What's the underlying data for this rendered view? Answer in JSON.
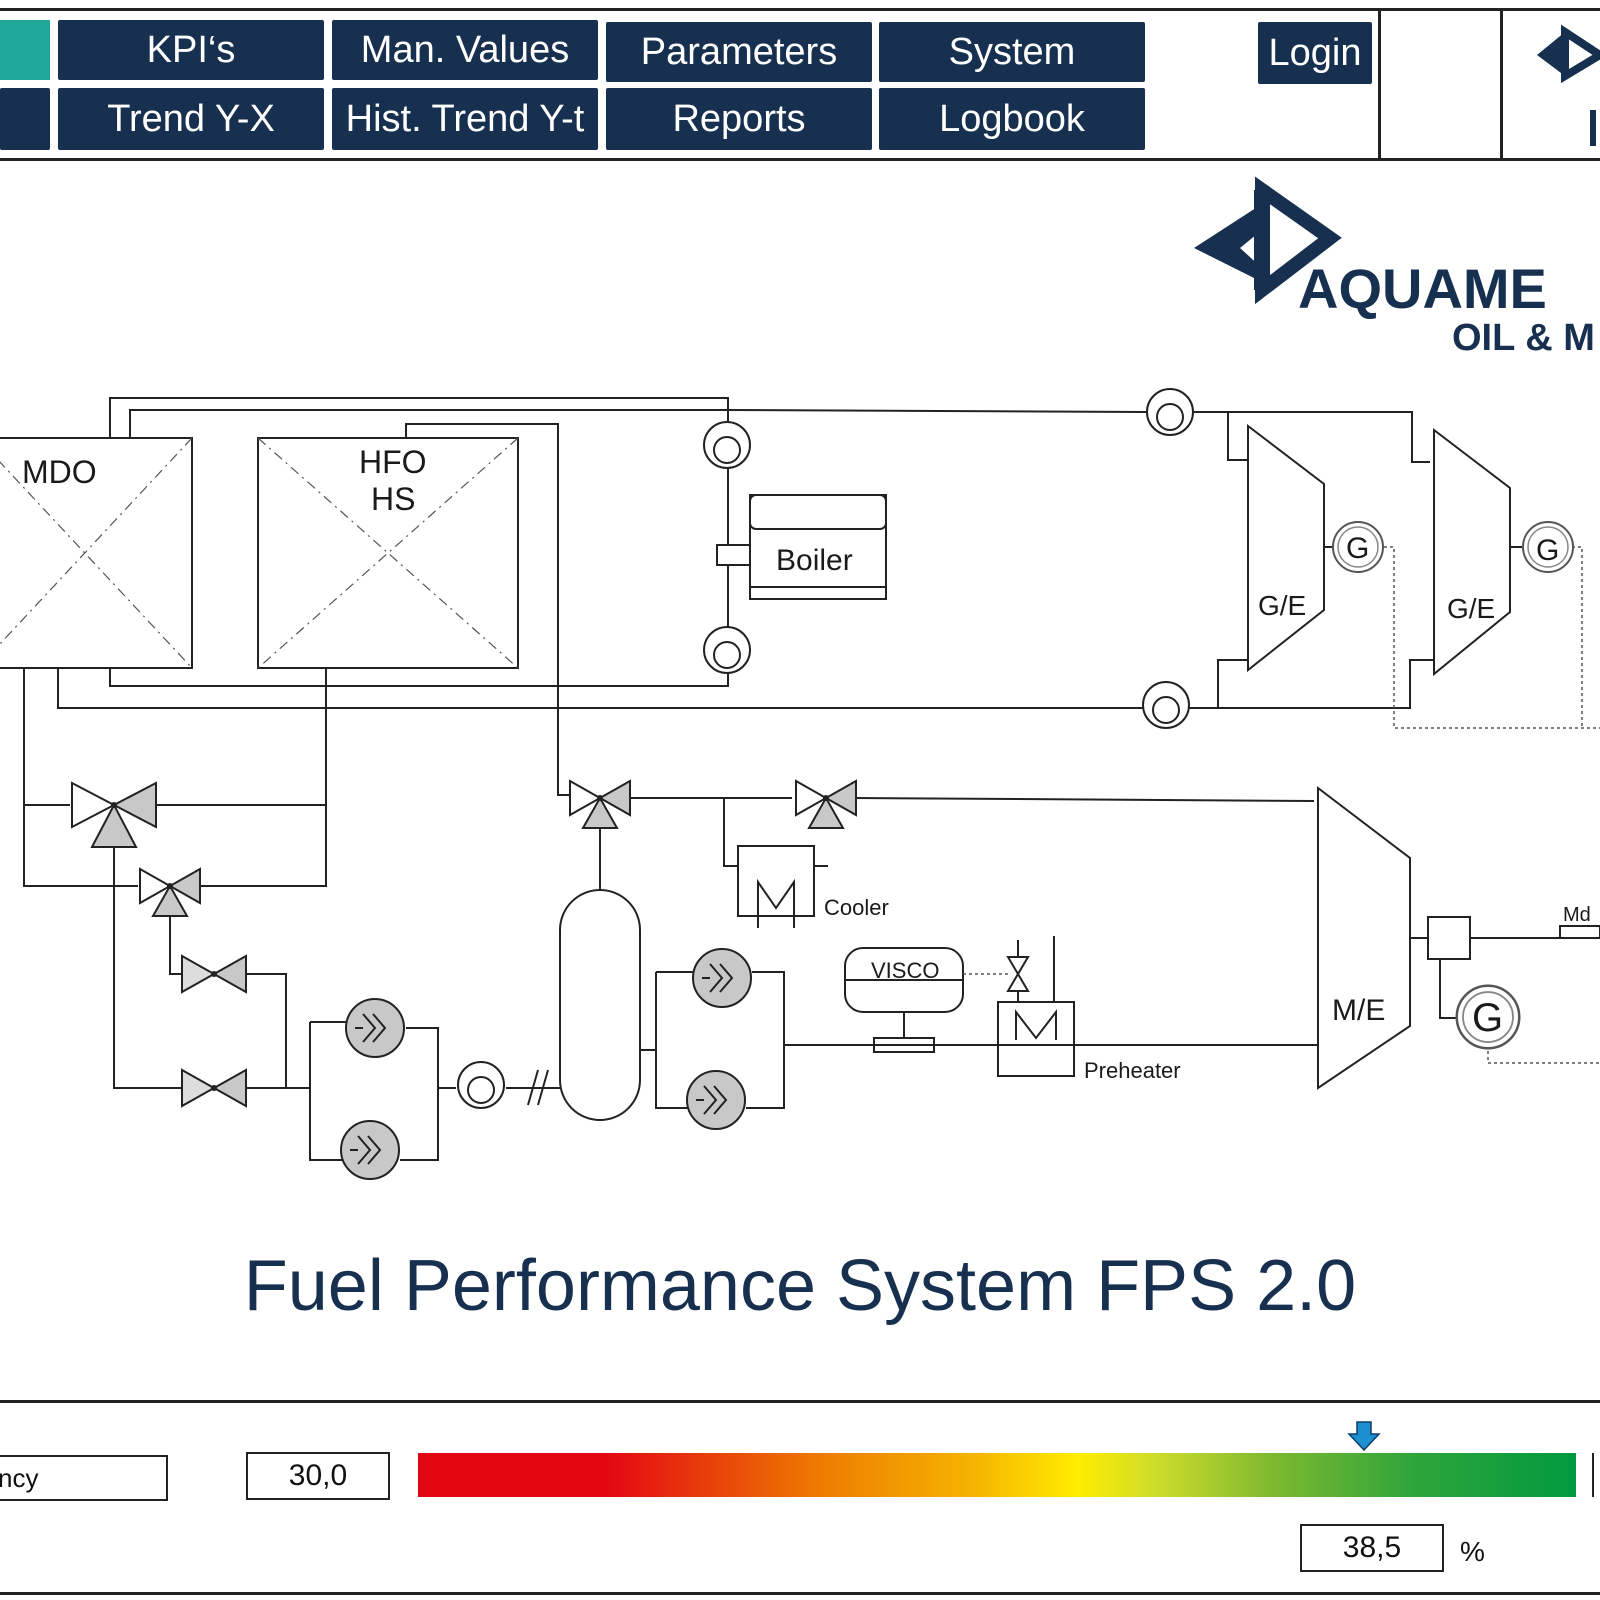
{
  "nav": {
    "row1": [
      "KPI‘s",
      "Man. Values",
      "Parameters",
      "System"
    ],
    "row2": [
      "Trend Y-X",
      "Hist. Trend Y-t",
      "Reports",
      "Logbook"
    ],
    "login": "Login"
  },
  "brand": {
    "name": "AQUAME",
    "tagline": "OIL & M"
  },
  "diagram": {
    "mdo": "MDO",
    "hfo": "HFO",
    "hs": "HS",
    "boiler": "Boiler",
    "ge1": "G/E",
    "ge2": "G/E",
    "me": "M/E",
    "gen": "G",
    "cooler": "Cooler",
    "visco": "VISCO",
    "preheater": "Preheater",
    "md": "Md"
  },
  "title": "Fuel Performance System FPS 2.0",
  "bottom": {
    "label_partial": "ncy",
    "min_value": "30,0",
    "current_value": "38,5",
    "unit": "%",
    "indicator_fraction": 0.817,
    "colors": {
      "red": "#e30613",
      "yellow": "#ffed00",
      "green": "#009a3e",
      "marker": "#1b8fd0"
    }
  }
}
